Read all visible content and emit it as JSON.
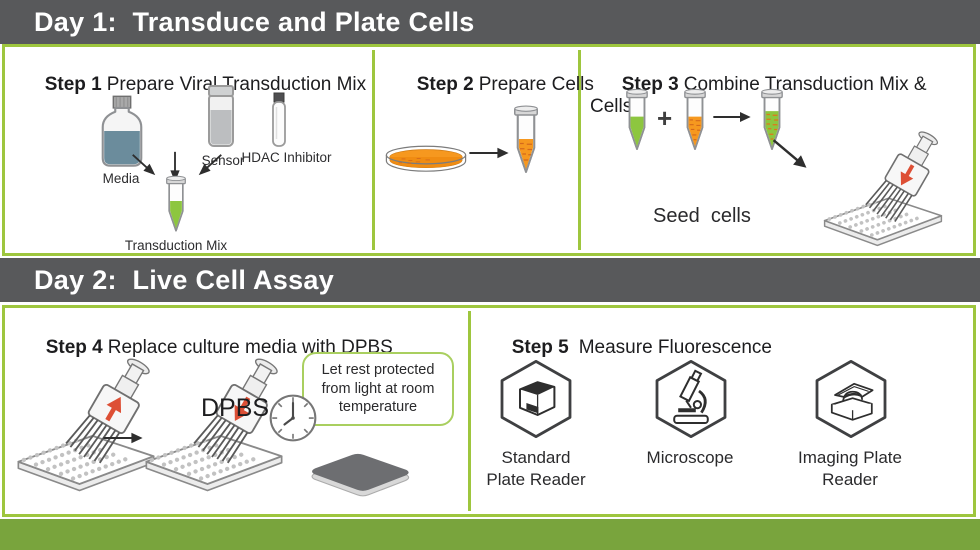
{
  "colors": {
    "header_bg": "#58595b",
    "header_text": "#ffffff",
    "panel_border": "#9ec63e",
    "footer_bg": "#79a43d",
    "green_liquid": "#8dc63f",
    "orange_liquid": "#f6981f",
    "media_liquid": "#6b8c9c",
    "red_arrow": "#dd4f35",
    "body_text": "#231f20"
  },
  "day1": {
    "header": "Day 1:  Transduce and Plate Cells",
    "step1": {
      "label": "Step 1",
      "title": "Prepare Viral Transduction Mix",
      "media": "Media",
      "sensor": "Sensor",
      "hdac": "HDAC Inhibitor",
      "result": "Transduction Mix"
    },
    "step2": {
      "label": "Step 2",
      "title": "Prepare Cells"
    },
    "step3": {
      "label": "Step 3",
      "title": "Combine Transduction Mix & Cells",
      "plus": "+",
      "seed": "Seed  cells"
    }
  },
  "day2": {
    "header": "Day 2:  Live Cell Assay",
    "step4": {
      "label": "Step 4",
      "title": "Replace culture media with DPBS",
      "dpbs": "DPBS",
      "callout": "Let rest protected from light at room temperature"
    },
    "step5": {
      "label": "Step 5",
      "title": "Measure Fluorescence",
      "devices": [
        "Standard Plate Reader",
        "Microscope",
        "Imaging Plate Reader"
      ]
    }
  }
}
